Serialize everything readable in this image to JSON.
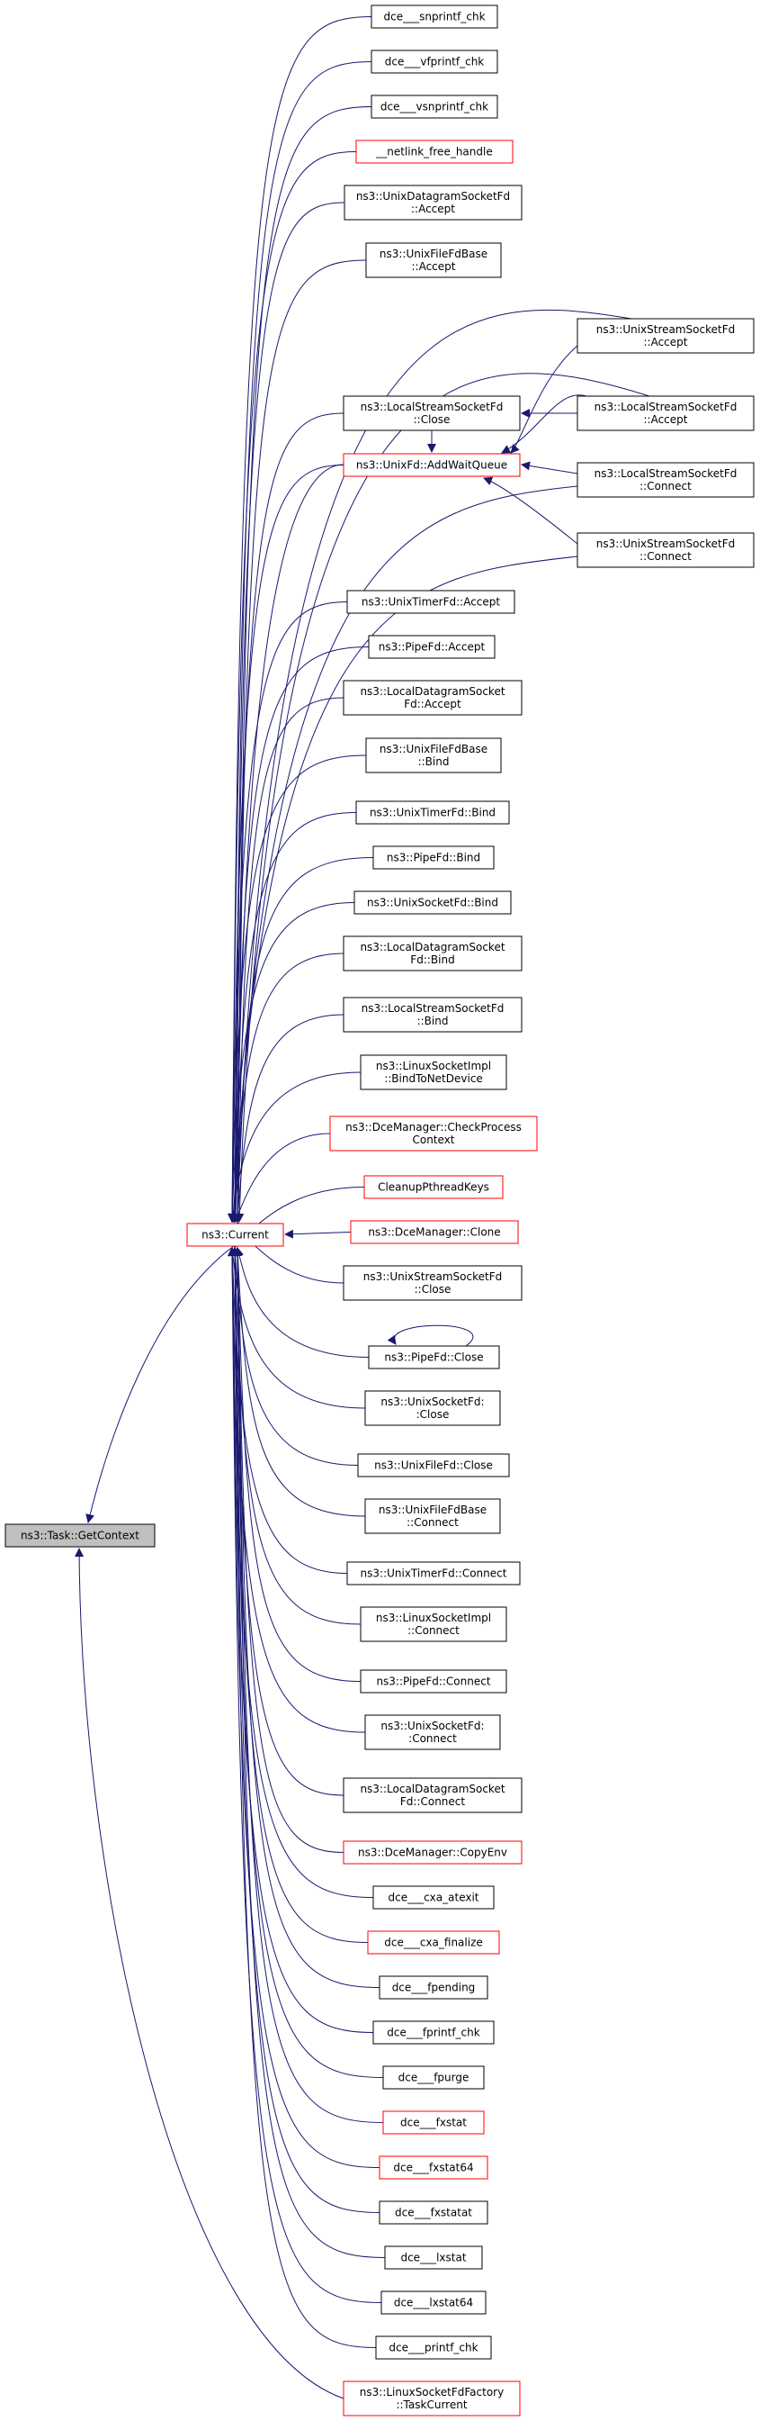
{
  "root": {
    "label": "ns3::Task::GetContext",
    "fill": "#bfbfbf"
  },
  "current": {
    "label": "ns3::Current",
    "border": "#ff0000"
  },
  "colors": {
    "edge": "#191970",
    "node_border_black": "#000000",
    "node_border_red": "#ff0000"
  },
  "callers": [
    {
      "lines": [
        "dce___snprintf_chk"
      ],
      "border": "black"
    },
    {
      "lines": [
        "dce___vfprintf_chk"
      ],
      "border": "black"
    },
    {
      "lines": [
        "dce___vsnprintf_chk"
      ],
      "border": "black"
    },
    {
      "lines": [
        "__netlink_free_handle"
      ],
      "border": "red"
    },
    {
      "lines": [
        "ns3::UnixDatagramSocketFd",
        "::Accept"
      ],
      "border": "black"
    },
    {
      "lines": [
        "ns3::UnixFileFdBase",
        "::Accept"
      ],
      "border": "black"
    },
    {
      "lines": [
        "ns3::UnixStreamSocketFd",
        "::Accept"
      ],
      "border": "black"
    },
    {
      "lines": [
        "ns3::LocalStreamSocketFd",
        "::Close"
      ],
      "border": "black"
    },
    {
      "lines": [
        "ns3::LocalStreamSocketFd",
        "::Accept"
      ],
      "border": "black"
    },
    {
      "lines": [
        "ns3::UnixFd::AddWaitQueue"
      ],
      "border": "red"
    },
    {
      "lines": [
        "ns3::LocalStreamSocketFd",
        "::Connect"
      ],
      "border": "black"
    },
    {
      "lines": [
        "ns3::UnixStreamSocketFd",
        "::Connect"
      ],
      "border": "black"
    },
    {
      "lines": [
        "ns3::UnixTimerFd::Accept"
      ],
      "border": "black"
    },
    {
      "lines": [
        "ns3::PipeFd::Accept"
      ],
      "border": "black"
    },
    {
      "lines": [
        "ns3::LocalDatagramSocket",
        "Fd::Accept"
      ],
      "border": "black"
    },
    {
      "lines": [
        "ns3::UnixFileFdBase",
        "::Bind"
      ],
      "border": "black"
    },
    {
      "lines": [
        "ns3::UnixTimerFd::Bind"
      ],
      "border": "black"
    },
    {
      "lines": [
        "ns3::PipeFd::Bind"
      ],
      "border": "black"
    },
    {
      "lines": [
        "ns3::UnixSocketFd::Bind"
      ],
      "border": "black"
    },
    {
      "lines": [
        "ns3::LocalDatagramSocket",
        "Fd::Bind"
      ],
      "border": "black"
    },
    {
      "lines": [
        "ns3::LocalStreamSocketFd",
        "::Bind"
      ],
      "border": "black"
    },
    {
      "lines": [
        "ns3::LinuxSocketImpl",
        "::BindToNetDevice"
      ],
      "border": "black"
    },
    {
      "lines": [
        "ns3::DceManager::CheckProcess",
        "Context"
      ],
      "border": "red"
    },
    {
      "lines": [
        "CleanupPthreadKeys"
      ],
      "border": "red"
    },
    {
      "lines": [
        "ns3::DceManager::Clone"
      ],
      "border": "red"
    },
    {
      "lines": [
        "ns3::UnixStreamSocketFd",
        "::Close"
      ],
      "border": "black"
    },
    {
      "lines": [
        "ns3::PipeFd::Close"
      ],
      "border": "black"
    },
    {
      "lines": [
        "ns3::UnixSocketFd:",
        ":Close"
      ],
      "border": "black"
    },
    {
      "lines": [
        "ns3::UnixFileFd::Close"
      ],
      "border": "black"
    },
    {
      "lines": [
        "ns3::UnixFileFdBase",
        "::Connect"
      ],
      "border": "black"
    },
    {
      "lines": [
        "ns3::UnixTimerFd::Connect"
      ],
      "border": "black"
    },
    {
      "lines": [
        "ns3::LinuxSocketImpl",
        "::Connect"
      ],
      "border": "black"
    },
    {
      "lines": [
        "ns3::PipeFd::Connect"
      ],
      "border": "black"
    },
    {
      "lines": [
        "ns3::UnixSocketFd:",
        ":Connect"
      ],
      "border": "black"
    },
    {
      "lines": [
        "ns3::LocalDatagramSocket",
        "Fd::Connect"
      ],
      "border": "black"
    },
    {
      "lines": [
        "ns3::DceManager::CopyEnv"
      ],
      "border": "red"
    },
    {
      "lines": [
        "dce___cxa_atexit"
      ],
      "border": "black"
    },
    {
      "lines": [
        "dce___cxa_finalize"
      ],
      "border": "red"
    },
    {
      "lines": [
        "dce___fpending"
      ],
      "border": "black"
    },
    {
      "lines": [
        "dce___fprintf_chk"
      ],
      "border": "black"
    },
    {
      "lines": [
        "dce___fpurge"
      ],
      "border": "black"
    },
    {
      "lines": [
        "dce___fxstat"
      ],
      "border": "red"
    },
    {
      "lines": [
        "dce___fxstat64"
      ],
      "border": "red"
    },
    {
      "lines": [
        "dce___fxstatat"
      ],
      "border": "black"
    },
    {
      "lines": [
        "dce___lxstat"
      ],
      "border": "black"
    },
    {
      "lines": [
        "dce___lxstat64"
      ],
      "border": "black"
    },
    {
      "lines": [
        "dce___printf_chk"
      ],
      "border": "black"
    },
    {
      "lines": [
        "ns3::LinuxSocketFdFactory",
        "::TaskCurrent"
      ],
      "border": "red"
    }
  ]
}
